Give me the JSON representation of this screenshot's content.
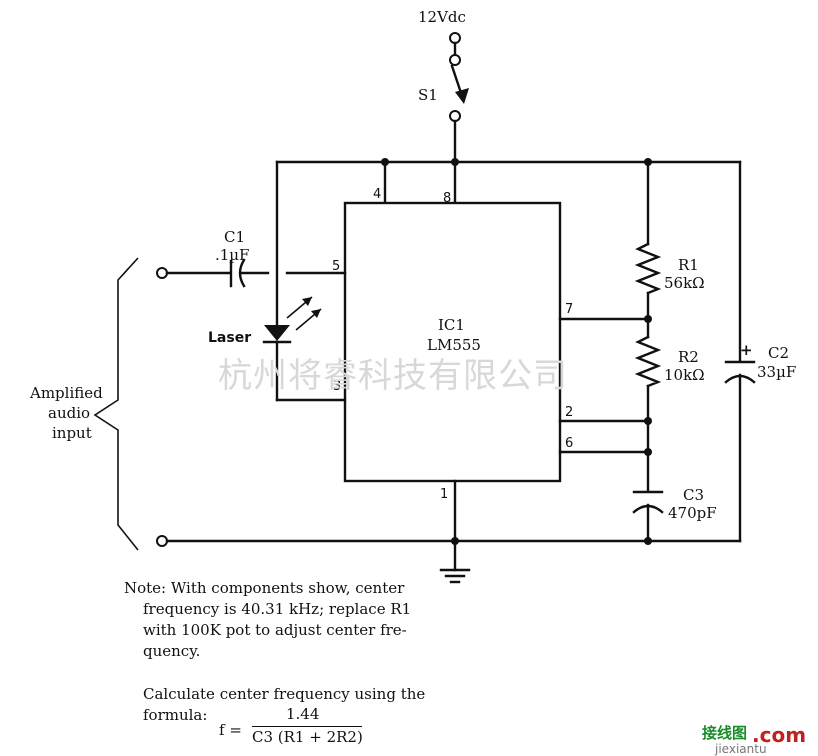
{
  "supply": {
    "label": "12Vdc",
    "switch_label": "S1"
  },
  "ic": {
    "name": "IC1",
    "part": "LM555",
    "pins": {
      "p4": "4",
      "p8": "8",
      "p5": "5",
      "p3": "3",
      "p7": "7",
      "p2": "2",
      "p6": "6",
      "p1": "1"
    }
  },
  "components": {
    "c1": {
      "name": "C1",
      "value": ".1µF"
    },
    "r1": {
      "name": "R1",
      "value": "56kΩ"
    },
    "r2": {
      "name": "R2",
      "value": "10kΩ"
    },
    "c2": {
      "name": "C2",
      "value": "33µF",
      "polarity": "+"
    },
    "c3": {
      "name": "C3",
      "value": "470pF"
    },
    "laser": {
      "name": "Laser"
    }
  },
  "input": {
    "line1": "Amplified",
    "line2": "audio",
    "line3": "input"
  },
  "watermark": "杭州将睿科技有限公司",
  "corner_logo": {
    "line1": "接线图",
    "dotcom": ".com",
    "line2": "jiexiantu"
  },
  "note": {
    "lines": [
      "Note:  With components show, center",
      "frequency is 40.31 kHz; replace R1",
      "with 100K pot to adjust center fre-",
      "quency."
    ],
    "calc_line": "Calculate center frequency using the",
    "formula_label": "formula:",
    "formula_lhs": "f =",
    "numerator": "1.44",
    "denominator": "C3 (R1 + 2R2)"
  }
}
